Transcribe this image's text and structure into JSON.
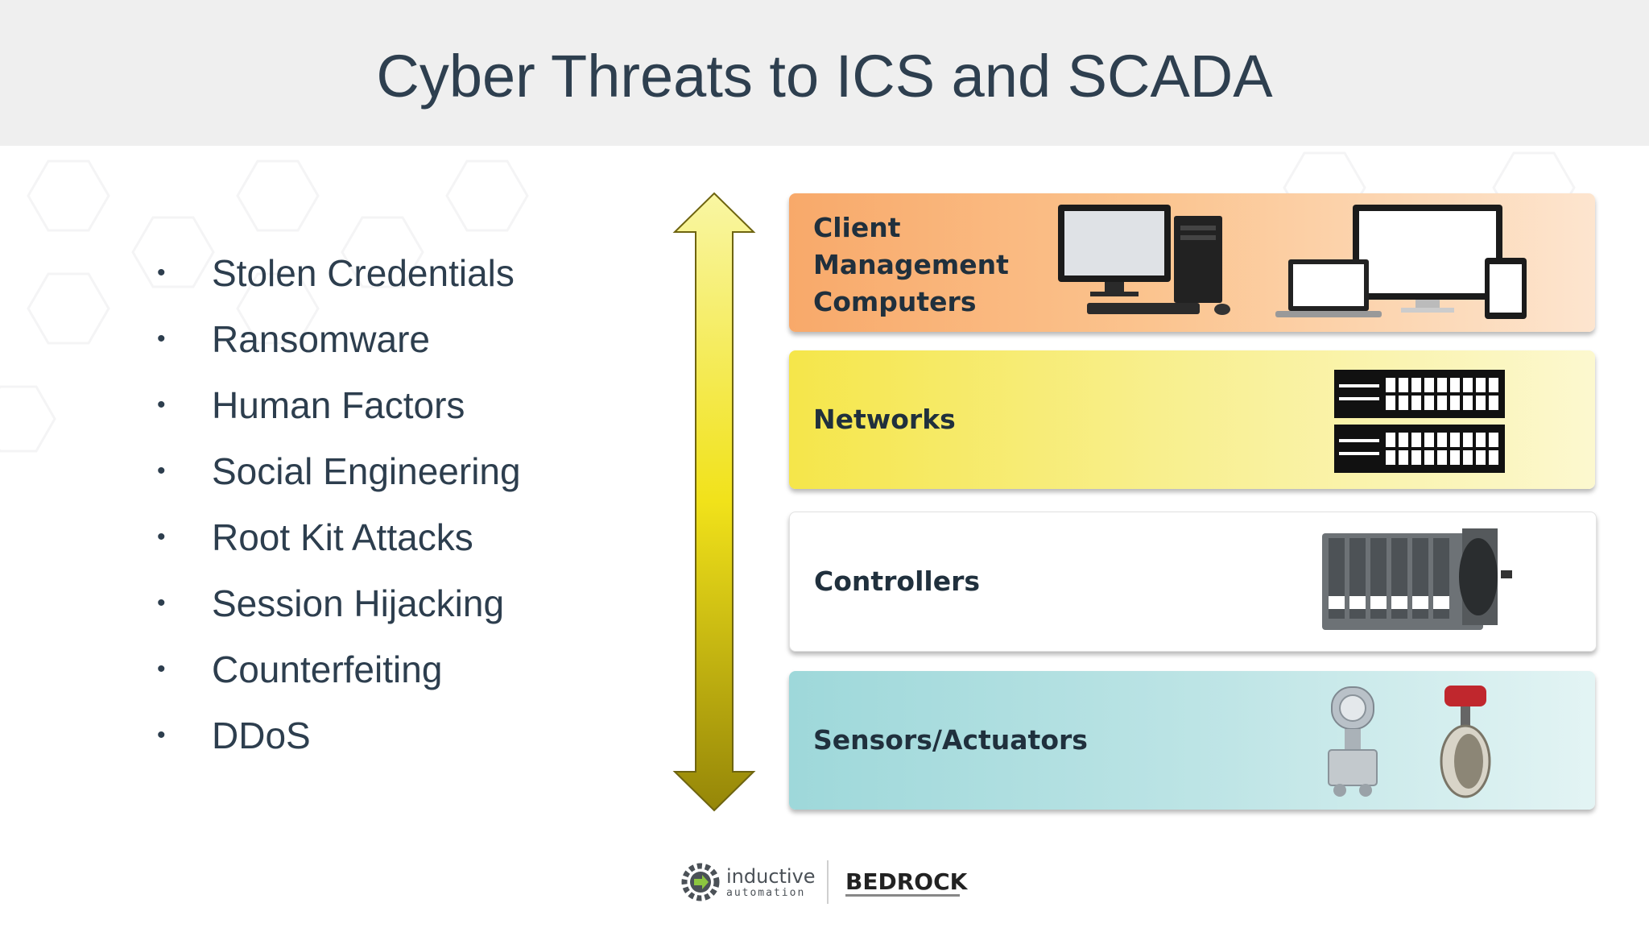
{
  "slide": {
    "title": "Cyber Threats to ICS and SCADA"
  },
  "threats": [
    "Stolen Credentials",
    "Ransomware",
    "Human Factors",
    "Social Engineering",
    "Root Kit Attacks",
    "Session Hijacking",
    "Counterfeiting",
    "DDoS"
  ],
  "layers": [
    {
      "label": "Client\nManagement\nComputers"
    },
    {
      "label": "Networks"
    },
    {
      "label": "Controllers"
    },
    {
      "label": "Sensors/Actuators"
    }
  ],
  "footer": {
    "logo1_main": "inductive",
    "logo1_sub": "automation",
    "logo2": "BEDROCK"
  },
  "colors": {
    "title_text": "#2e3f4f",
    "arrow_top": "#f7f289",
    "arrow_mid": "#f1e21a",
    "arrow_bottom": "#9b8c0c",
    "layer_client": "#f8a96a",
    "layer_networks": "#f5e64a",
    "layer_controllers": "#ffffff",
    "layer_sensors": "#9ed8da"
  }
}
